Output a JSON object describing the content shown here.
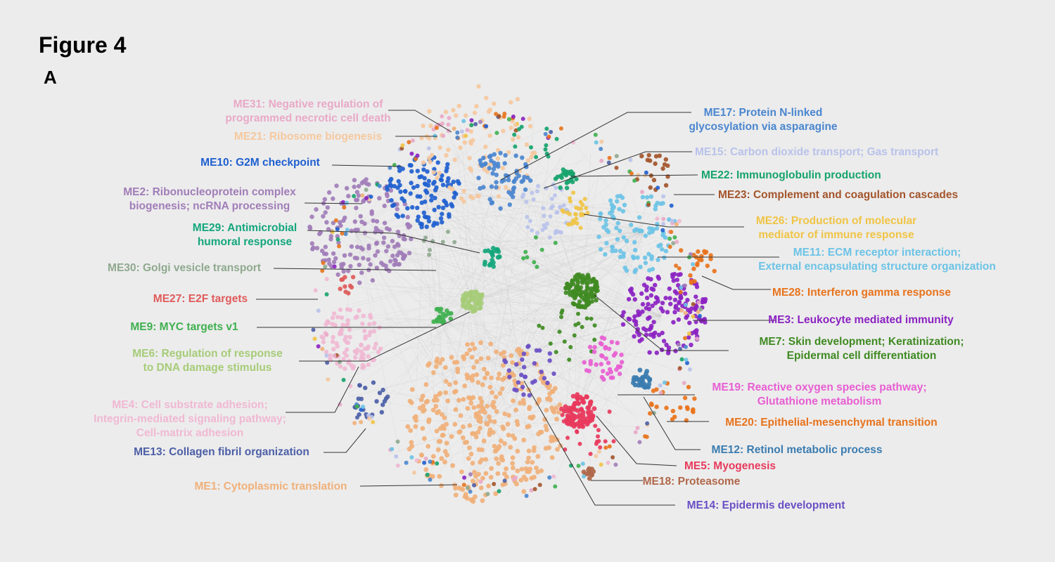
{
  "figure": {
    "title": "Figure 4",
    "panel": "A"
  },
  "modules": [
    {
      "id": "ME31",
      "lines": [
        "ME31: Negative regulation of",
        "programmed necrotic cell death"
      ],
      "color": "#e9a9c7"
    },
    {
      "id": "ME21",
      "lines": [
        "ME21: Ribosome biogenesis"
      ],
      "color": "#f5c89e"
    },
    {
      "id": "ME10",
      "lines": [
        "ME10: G2M checkpoint"
      ],
      "color": "#1f5fcf"
    },
    {
      "id": "ME2",
      "lines": [
        "ME2: Ribonucleoprotein complex",
        "biogenesis; ncRNA processing"
      ],
      "color": "#a17db8"
    },
    {
      "id": "ME29",
      "lines": [
        "ME29: Antimicrobial",
        "humoral response"
      ],
      "color": "#13a67c"
    },
    {
      "id": "ME30",
      "lines": [
        "ME30: Golgi vesicle transport"
      ],
      "color": "#8fa98f"
    },
    {
      "id": "ME27",
      "lines": [
        "ME27: E2F targets"
      ],
      "color": "#e05a5a"
    },
    {
      "id": "ME9",
      "lines": [
        "ME9: MYC targets v1"
      ],
      "color": "#3fb04f"
    },
    {
      "id": "ME6",
      "lines": [
        "ME6: Regulation of response",
        "to DNA damage stimulus"
      ],
      "color": "#a6cc78"
    },
    {
      "id": "ME4",
      "lines": [
        "ME4: Cell substrate adhesion;",
        "Integrin-mediated signaling pathway;",
        "Cell-matrix adhesion"
      ],
      "color": "#f0b8d2"
    },
    {
      "id": "ME13",
      "lines": [
        "ME13: Collagen fibril organization"
      ],
      "color": "#4c5fa6"
    },
    {
      "id": "ME1",
      "lines": [
        "ME1: Cytoplasmic translation"
      ],
      "color": "#f0b07a"
    },
    {
      "id": "ME17",
      "lines": [
        "ME17: Protein N-linked",
        "glycosylation via asparagine"
      ],
      "color": "#4a86cf"
    },
    {
      "id": "ME15",
      "lines": [
        "ME15: Carbon dioxide transport; Gas transport"
      ],
      "color": "#b9c2ea"
    },
    {
      "id": "ME22",
      "lines": [
        "ME22: Immunoglobulin production"
      ],
      "color": "#16a36c"
    },
    {
      "id": "ME23",
      "lines": [
        "ME23: Complement and coagulation cascades"
      ],
      "color": "#a3552b"
    },
    {
      "id": "ME26",
      "lines": [
        "ME26: Production of molecular",
        "mediator of immune response"
      ],
      "color": "#f0c445"
    },
    {
      "id": "ME11",
      "lines": [
        "ME11: ECM receptor interaction;",
        "External encapsulating structure organization"
      ],
      "color": "#6cc3e6"
    },
    {
      "id": "ME28",
      "lines": [
        "ME28: Interferon gamma response"
      ],
      "color": "#e8731c"
    },
    {
      "id": "ME3",
      "lines": [
        "ME3: Leukocyte mediated immunity"
      ],
      "color": "#8b22c2"
    },
    {
      "id": "ME7",
      "lines": [
        "ME7: Skin development; Keratinization;",
        "Epidermal cell differentiation"
      ],
      "color": "#3f8a22"
    },
    {
      "id": "ME19",
      "lines": [
        "ME19: Reactive oxygen species pathway;",
        "Glutathione metabolism"
      ],
      "color": "#e85ed2"
    },
    {
      "id": "ME20",
      "lines": [
        "ME20: Epithelial-mesenchymal transition"
      ],
      "color": "#e8731c"
    },
    {
      "id": "ME12",
      "lines": [
        "ME12: Retinol metabolic process"
      ],
      "color": "#3a7cb0"
    },
    {
      "id": "ME5",
      "lines": [
        "ME5: Myogenesis"
      ],
      "color": "#e83a5c"
    },
    {
      "id": "ME18",
      "lines": [
        "ME18: Proteasome"
      ],
      "color": "#b0674a"
    },
    {
      "id": "ME14",
      "lines": [
        "ME14: Epidermis development"
      ],
      "color": "#6a4fc4"
    }
  ]
}
